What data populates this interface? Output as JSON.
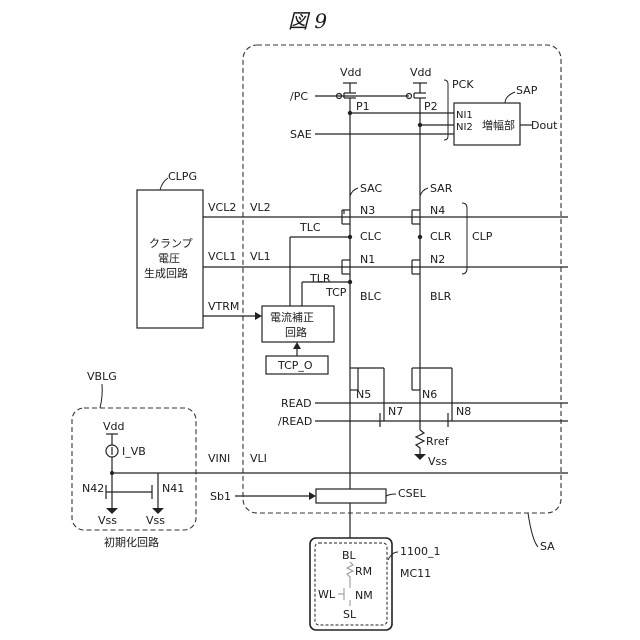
{
  "title": "図 9",
  "labels": {
    "vdd_p1": "Vdd",
    "vdd_p2": "Vdd",
    "pck": "PCK",
    "sap": "SAP",
    "pc_bar": "/PC",
    "p1": "P1",
    "p2": "P2",
    "ni1": "NI1",
    "ni2": "NI2",
    "amp": "増幅部",
    "dout": "Dout",
    "sae": "SAE",
    "sac": "SAC",
    "sar": "SAR",
    "clpg": "CLPG",
    "vcl2": "VCL2",
    "vl2": "VL2",
    "n3": "N3",
    "n4": "N4",
    "tlc": "TLC",
    "clc": "CLC",
    "clr": "CLR",
    "clp": "CLP",
    "clamp1": "クランプ",
    "clamp2": "電圧",
    "clamp3": "生成回路",
    "vcl1": "VCL1",
    "vl1": "VL1",
    "n1": "N1",
    "n2": "N2",
    "tlr": "TLR",
    "tcp": "TCP",
    "blc": "BLC",
    "blr": "BLR",
    "vtrm": "VTRM",
    "cur1": "電流補正",
    "cur2": "回路",
    "tcp_o": "TCP_O",
    "vblg": "VBLG",
    "read": "READ",
    "n5": "N5",
    "n6": "N6",
    "read_bar": "/READ",
    "n7": "N7",
    "n8": "N8",
    "vdd_ivb": "Vdd",
    "ivb": "I_VB",
    "rref": "Rref",
    "vss_rref": "Vss",
    "vini": "VINI",
    "vli": "VLI",
    "n42": "N42",
    "n41": "N41",
    "sb1": "Sb1",
    "csel": "CSEL",
    "vss_n42": "Vss",
    "vss_n41": "Vss",
    "init": "初期化回路",
    "sa": "SA",
    "bl": "BL",
    "mc_id": "1100_1",
    "rm": "RM",
    "mc11": "MC11",
    "wl": "WL",
    "nm": "NM",
    "sl": "SL"
  }
}
